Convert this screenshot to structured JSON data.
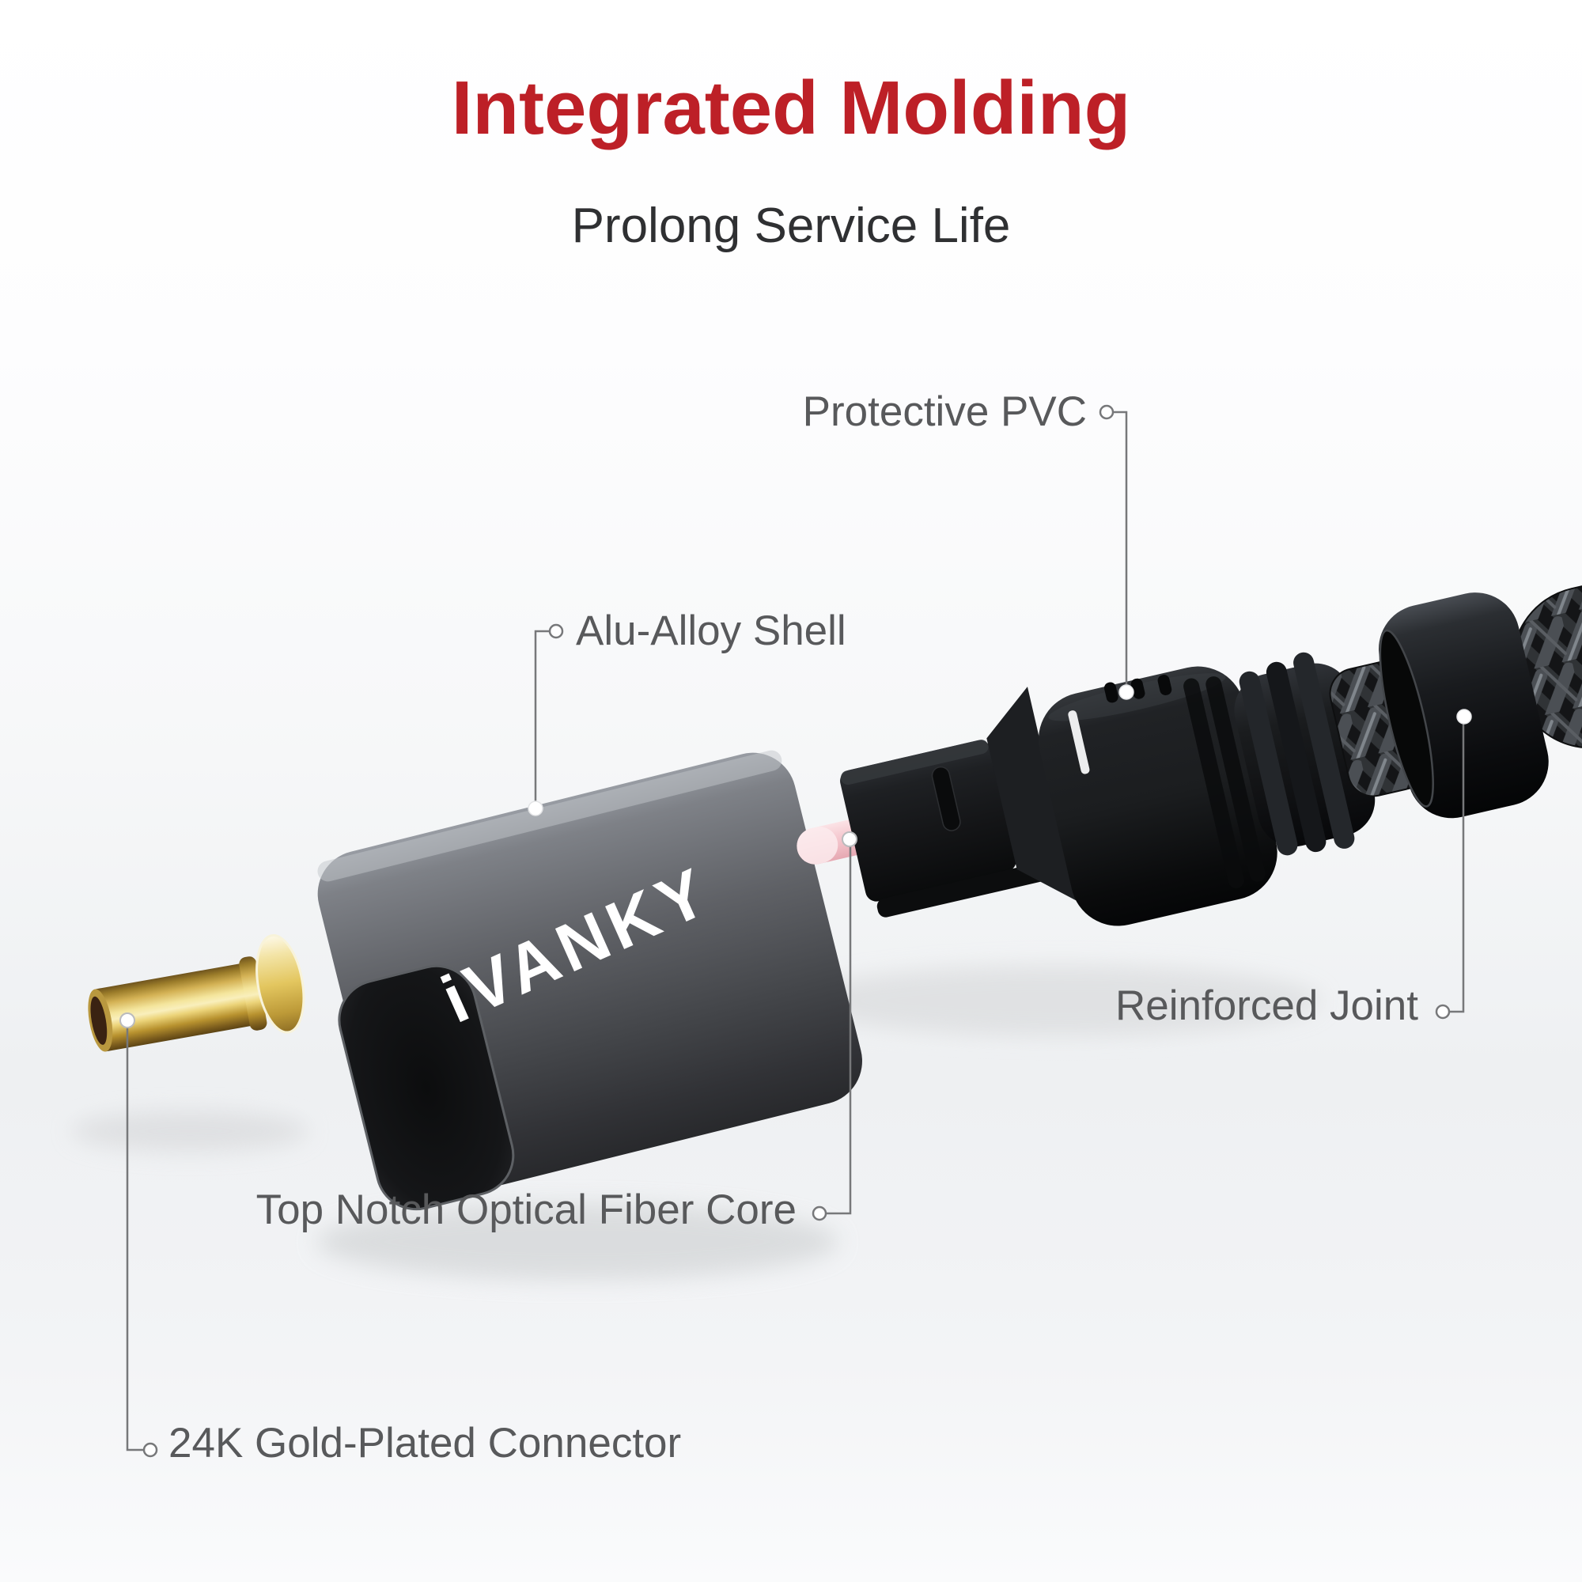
{
  "header": {
    "title": "Integrated Molding",
    "subtitle": "Prolong Service Life"
  },
  "callouts": [
    {
      "id": "protective-pvc",
      "label": "Protective PVC"
    },
    {
      "id": "alu-alloy-shell",
      "label": "Alu-Alloy Shell"
    },
    {
      "id": "reinforced-joint",
      "label": "Reinforced Joint"
    },
    {
      "id": "optical-fiber-core",
      "label": "Top Notch Optical Fiber Core"
    },
    {
      "id": "gold-plated-connector",
      "label": "24K Gold-Plated Connector"
    }
  ],
  "product": {
    "brand_logo": "iVANKY"
  },
  "colors": {
    "accent_red": "#bd2027",
    "subtitle_gray": "#2f3032",
    "label_gray": "#58595b",
    "leader_line_gray": "#77787a",
    "gold": "#e6c75f",
    "fiber_pink": "#f6cdd3"
  }
}
